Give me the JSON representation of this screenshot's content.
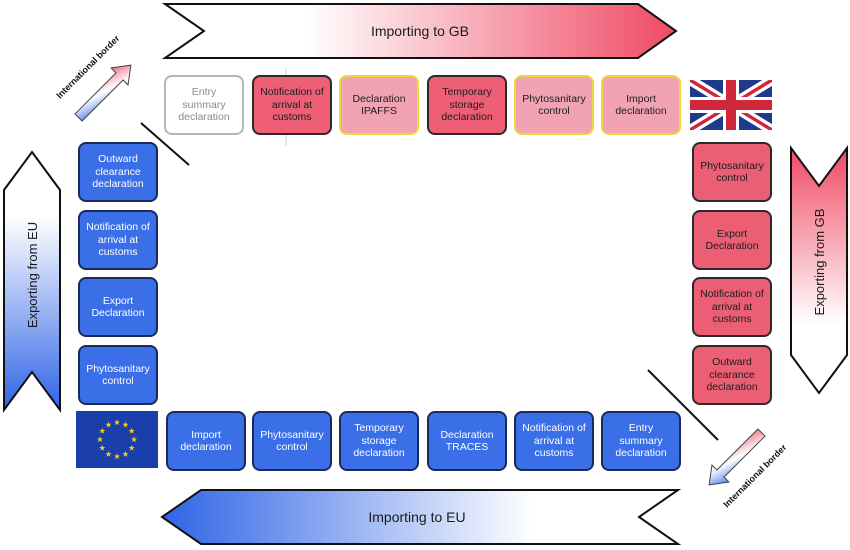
{
  "arrows": {
    "importing_gb": "Importing to GB",
    "importing_eu": "Importing to EU",
    "exporting_eu": "Exporting from EU",
    "exporting_gb": "Exporting from GB"
  },
  "borders": {
    "top_left": "International border",
    "bottom_right": "International border"
  },
  "gb_top_row": [
    "Entry summary declaration",
    "Notification of arrival at customs",
    "Declaration IPAFFS",
    "Temporary storage declaration",
    "Phytosanitary control",
    "Import declaration"
  ],
  "gb_right_column": [
    "Phytosanitary control",
    "Export Declaration",
    "Notification of arrival at customs",
    "Outward clearance declaration"
  ],
  "eu_left_column": [
    "Outward clearance declaration",
    "Notification of arrival at customs",
    "Export Declaration",
    "Phytosanitary control"
  ],
  "eu_bottom_row": [
    "Import declaration",
    "Phytosanitary control",
    "Temporary storage declaration",
    "Declaration TRACES",
    "Notification of arrival at customs",
    "Entry summary declaration"
  ],
  "colors": {
    "gb_red": "#ee5f76",
    "eu_blue": "#3a6fe8",
    "highlight_yellow": "#ecd83a"
  },
  "flags": [
    "uk-flag",
    "eu-flag"
  ]
}
